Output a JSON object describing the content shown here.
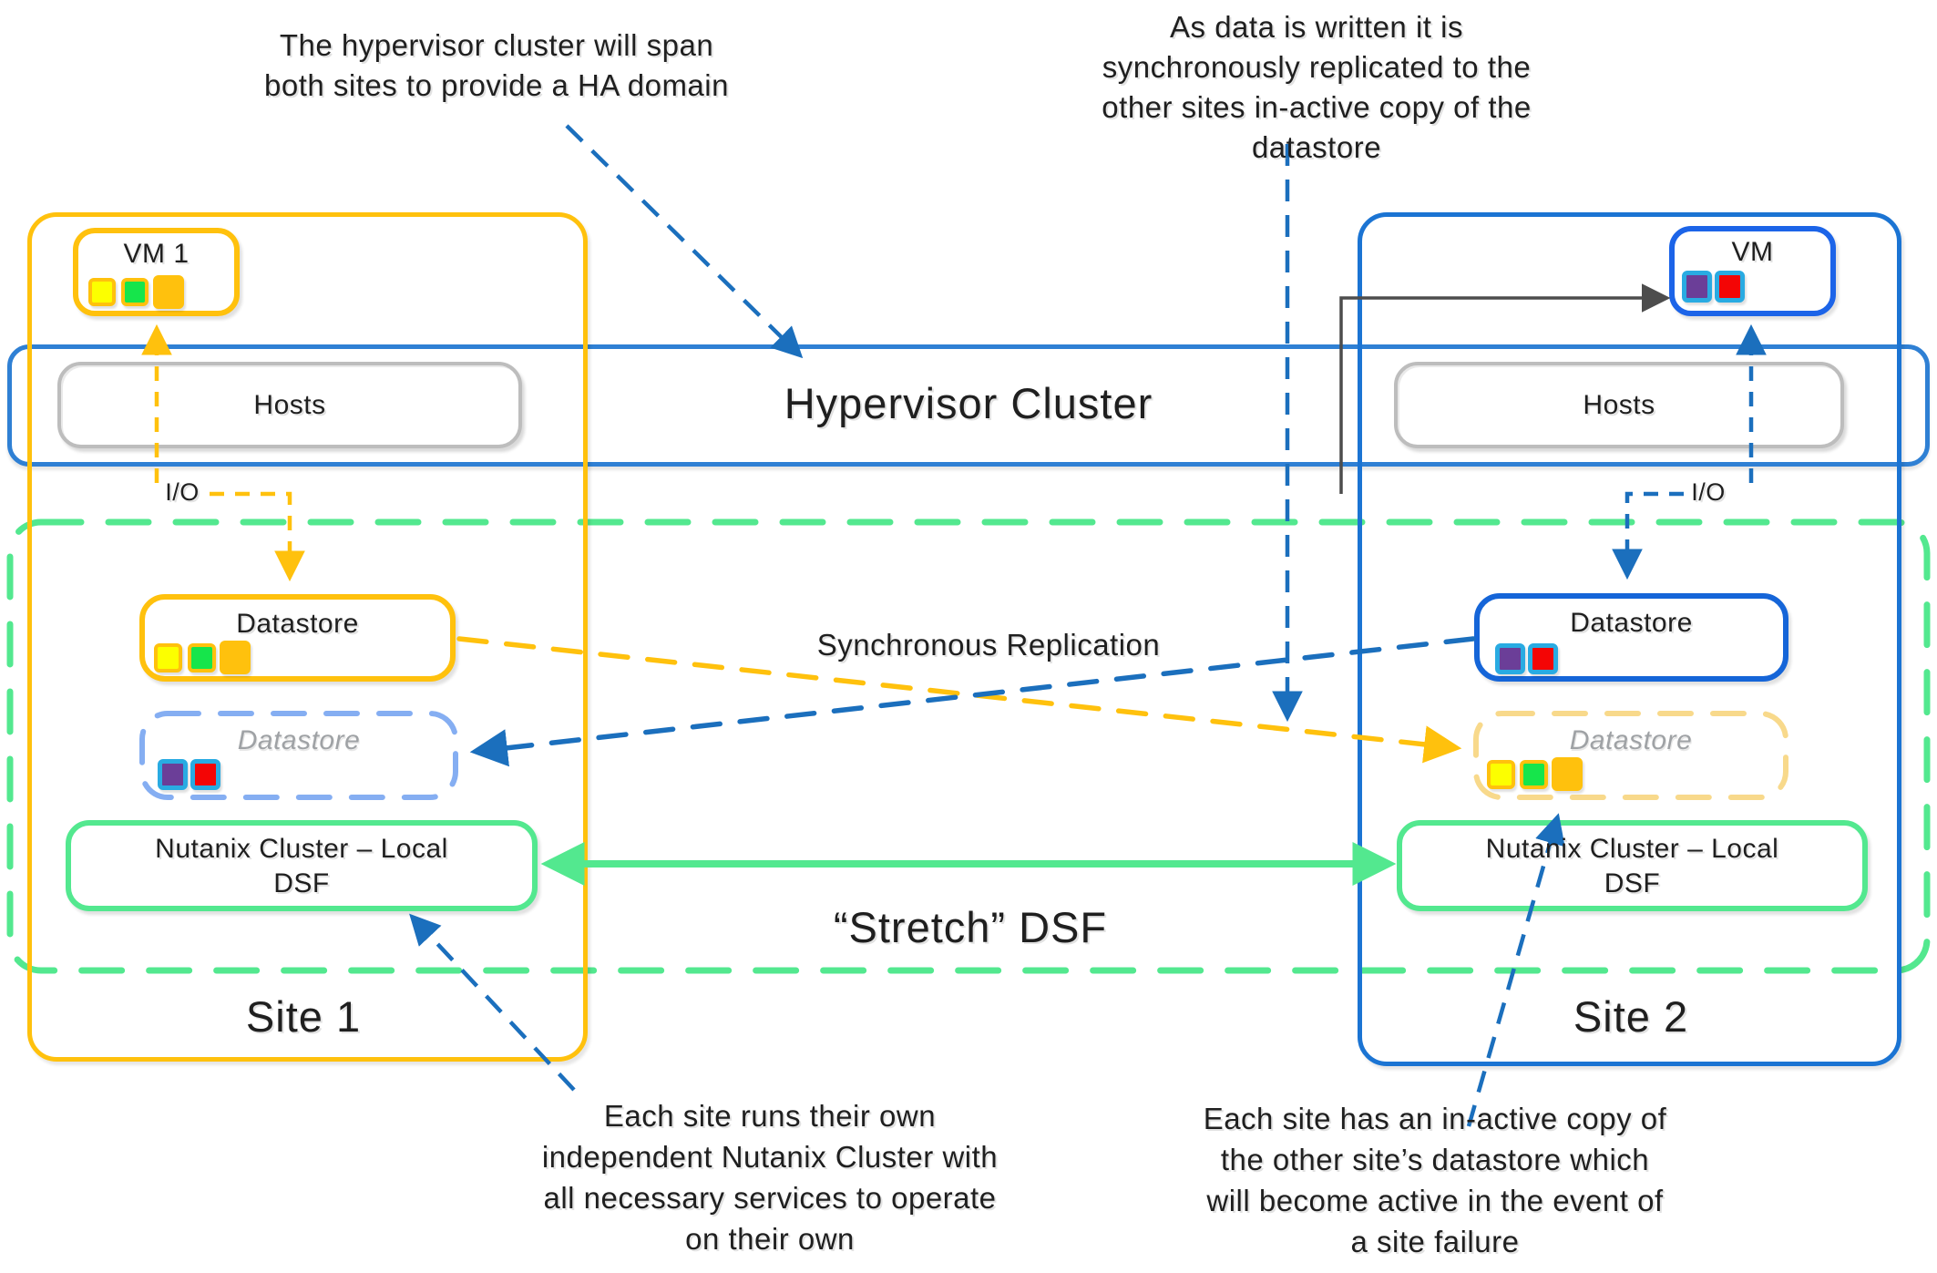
{
  "annotations": {
    "top_left_lines": [
      "The hypervisor cluster will span",
      "both sites to provide a HA domain"
    ],
    "top_right_lines": [
      "As data is written it is",
      "synchronously replicated to the",
      "other sites in-active copy of the",
      "datastore"
    ],
    "bottom_left_lines": [
      "Each site runs their own",
      "independent Nutanix Cluster with",
      "all necessary services to operate",
      "on their own"
    ],
    "bottom_right_lines": [
      "Each site has an in-active copy of",
      "the other site’s datastore which",
      "will become active in the event of",
      "a site failure"
    ],
    "sync_replication": "Synchronous Replication"
  },
  "hypervisor_band": {
    "label": "Hypervisor Cluster"
  },
  "stretch_band": {
    "label": "“Stretch” DSF"
  },
  "site1": {
    "label": "Site 1",
    "vm_label": "VM 1",
    "hosts_label": "Hosts",
    "io_label": "I/O",
    "datastore_active_label": "Datastore",
    "datastore_inactive_label": "Datastore",
    "nutanix_lines": [
      "Nutanix Cluster – Local",
      "DSF"
    ]
  },
  "site2": {
    "label": "Site 2",
    "vm_label": "VM",
    "hosts_label": "Hosts",
    "io_label": "I/O",
    "datastore_active_label": "Datastore",
    "datastore_inactive_label": "Datastore",
    "nutanix_lines": [
      "Nutanix Cluster – Local",
      "DSF"
    ]
  },
  "colors": {
    "site1_accent": "#FFC10D",
    "site2_accent": "#1B74D3",
    "band_blue": "#2F80D4",
    "ds2_border": "#1565D8",
    "vm2_border": "#1C64E8",
    "inactive_blue": "#85AEF2",
    "inactive_amber": "#F8D98B",
    "green_accent": "#53E88F",
    "repl_blue": "#1B6FBD",
    "gray_border": "#BDBDBD",
    "cyan_sq": "#29ABE2",
    "sq_yellow": "#FCFF00",
    "sq_green": "#16E54B",
    "sq_orange": "#FFC10D",
    "sq_purple": "#6B3E98",
    "sq_red": "#F40505"
  }
}
